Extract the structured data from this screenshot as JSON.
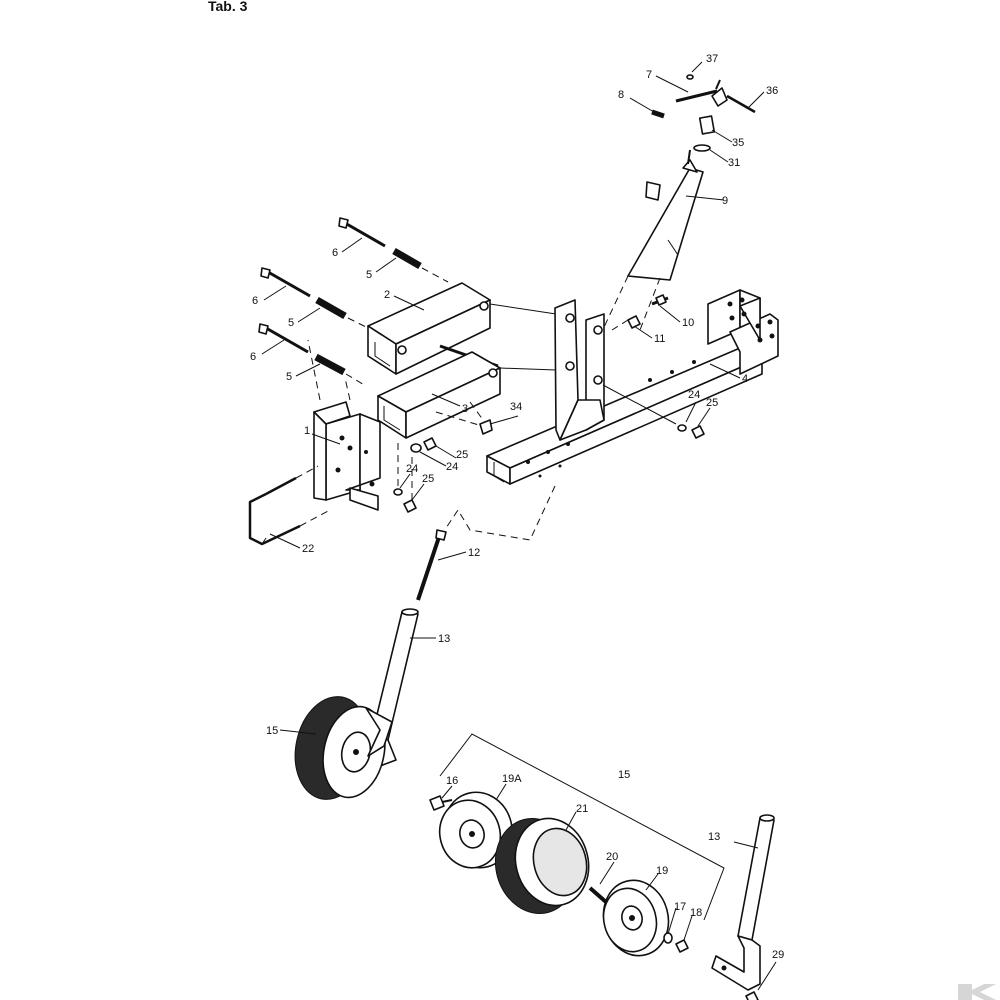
{
  "title": "Tab. 3",
  "colors": {
    "ink": "#111111",
    "paper": "#ffffff",
    "logo": "#d6d6d6"
  },
  "logo_icon": "kramp-k-logo",
  "callouts": {
    "c37": "37",
    "c7": "7",
    "c36": "36",
    "c8": "8",
    "c35": "35",
    "c31": "31",
    "c9": "9",
    "c6a": "6",
    "c5a": "5",
    "c6b": "6",
    "c2": "2",
    "c5b": "5",
    "c6c": "6",
    "c5c": "5",
    "c3": "3",
    "c10": "10",
    "c11": "11",
    "c4": "4",
    "c24a": "24",
    "c25a": "25",
    "c34": "34",
    "c1": "1",
    "c25b": "25",
    "c24b": "24",
    "c24c": "24",
    "c25c": "25",
    "c22": "22",
    "c12": "12",
    "c13a": "13",
    "c15a": "15",
    "c15b": "15",
    "c16": "16",
    "c19a": "19A",
    "c21": "21",
    "c20": "20",
    "c19": "19",
    "c17": "17",
    "c18": "18",
    "c13b": "13",
    "c29": "29"
  }
}
